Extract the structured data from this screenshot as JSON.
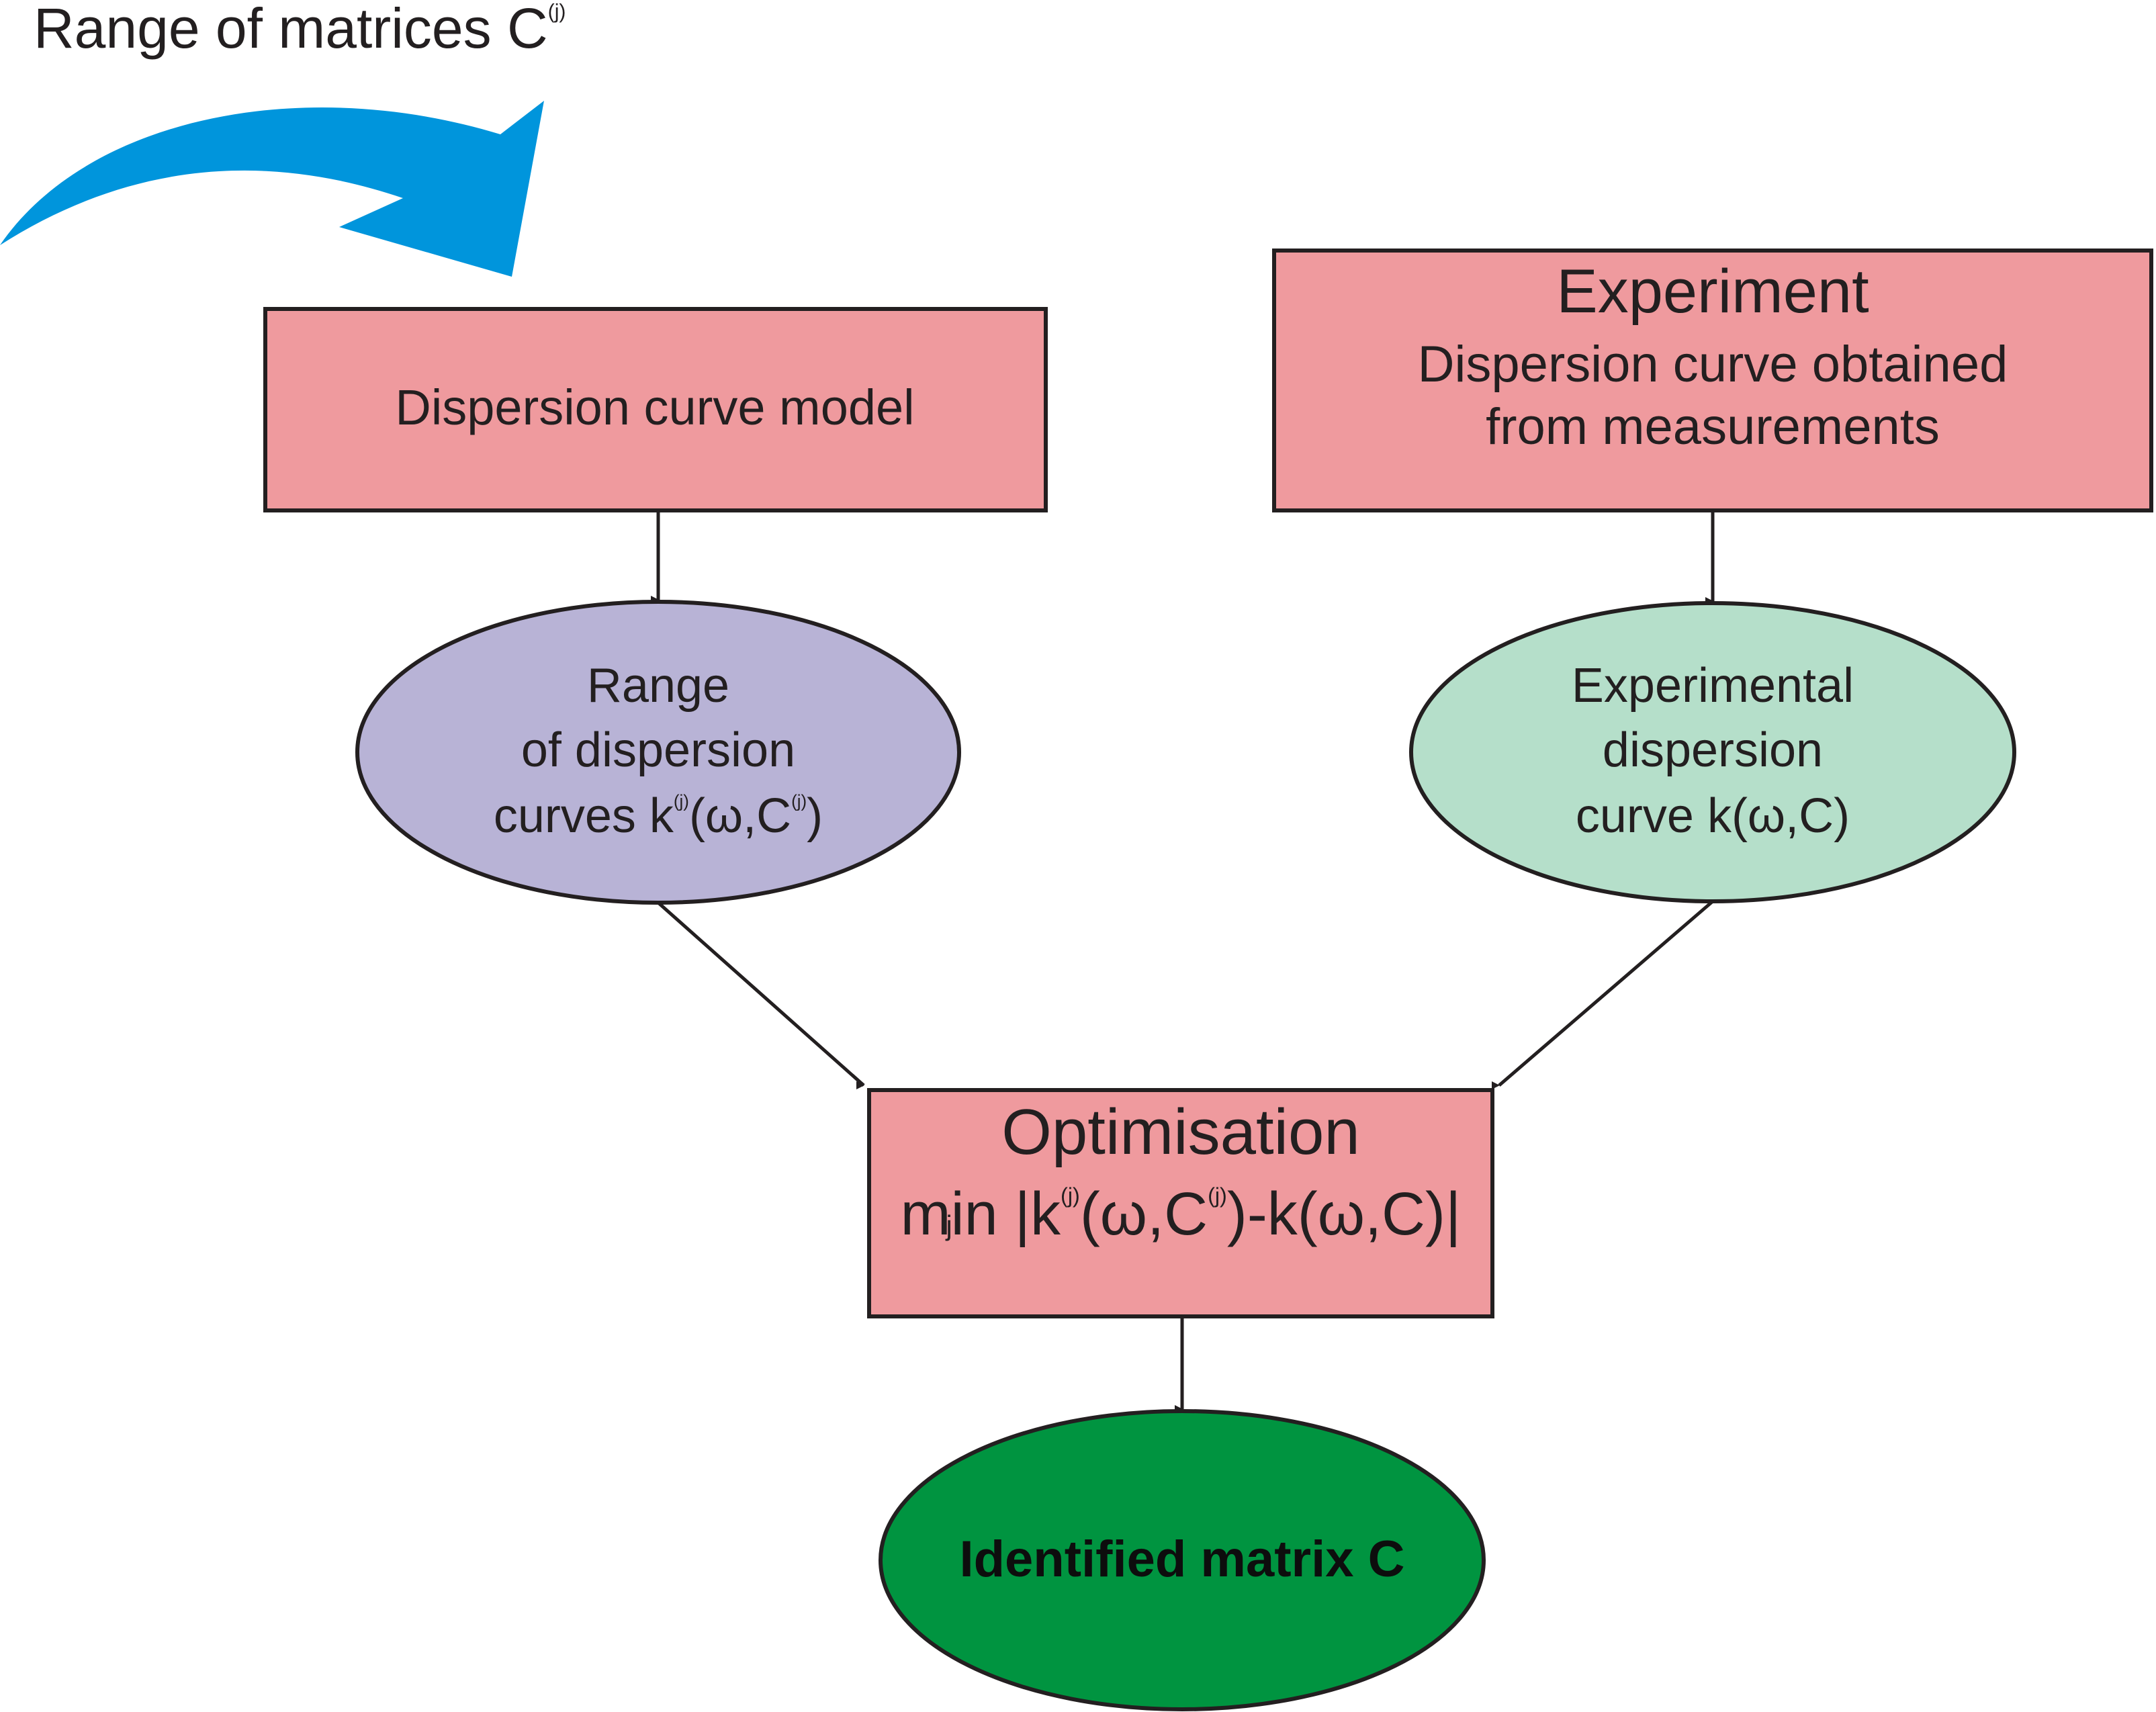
{
  "diagram": {
    "top_label": {
      "text": "Range of matrices C",
      "superscript": "(j)"
    },
    "model_box": {
      "label": "Dispersion curve model"
    },
    "experiment_box": {
      "title": "Experiment",
      "line1": "Dispersion curve  obtained",
      "line2": "from  measurements"
    },
    "range_ellipse": {
      "line1": "Range",
      "line2": "of dispersion",
      "line3_prefix": "curves k",
      "line3_sup1": "(j)",
      "line3_mid": "(ω,C",
      "line3_sup2": "(j)",
      "line3_suffix": ")"
    },
    "experimental_ellipse": {
      "line1": "Experimental",
      "line2": "dispersion",
      "line3": "curve k(ω,C)"
    },
    "optimisation_box": {
      "title": "Optimisation",
      "min_word": "min",
      "min_subscript": "j",
      "formula_prefix": "|k",
      "formula_sup1": "(j)",
      "formula_mid": "(ω,C",
      "formula_sup2": "(j)",
      "formula_suffix": ")-k(ω,C)|"
    },
    "result_ellipse": {
      "label": "Identified matrix C"
    },
    "colors": {
      "box_fill": "#ef9a9e",
      "range_ellipse_fill": "#b8b3d6",
      "experimental_ellipse_fill": "#b5dfca",
      "result_ellipse_fill": "#009440",
      "arrow_blue": "#0095dc",
      "stroke": "#231f20"
    }
  }
}
